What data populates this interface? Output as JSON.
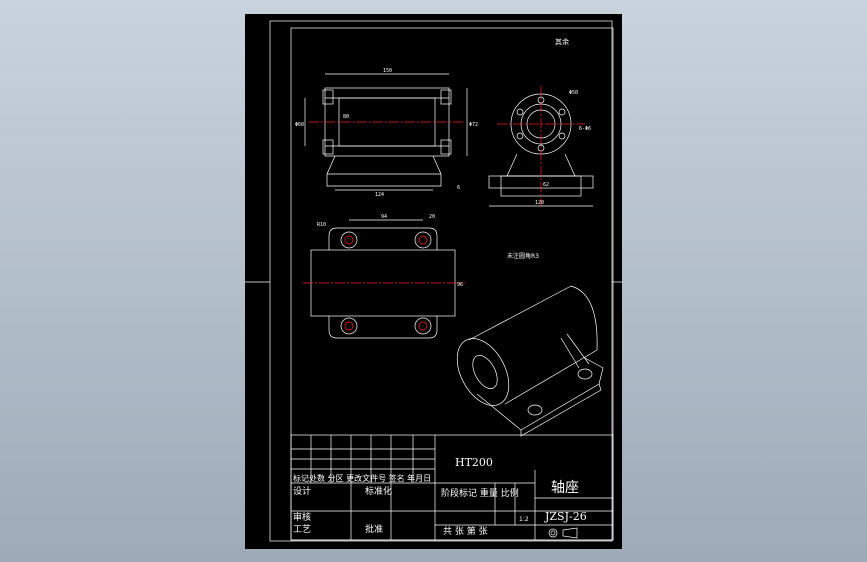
{
  "drawing": {
    "title": "轴座",
    "drawing_no": "JZSJ-26",
    "material": "HT200",
    "scale": "1:2",
    "surface_note": "其余",
    "fillet_note": "未注圆角R3"
  },
  "title_block": {
    "header_row": "标记处数 分区 更改文件号 签名 年月日",
    "design": "设计",
    "standardization": "标准化",
    "review": "审核",
    "process": "工艺",
    "approval": "批准",
    "stage_row": "阶段标记 重量 比例",
    "sheets_row": "共   张  第   张"
  },
  "dimensions": {
    "front_top": "150",
    "front_bottom": "124",
    "front_dia": "Φ72",
    "front_inner": "80",
    "front_left": "Φ60",
    "front_right": "6",
    "side_bolt": "Φ50",
    "side_holes": "6-Φ6",
    "side_width": "120",
    "side_mid": "62",
    "top_left": "R10",
    "top_span": "94",
    "top_right": "20",
    "top_height": "96"
  },
  "colors": {
    "sheet": "#000000",
    "line": "#ffffff",
    "center": "#ff2020"
  }
}
